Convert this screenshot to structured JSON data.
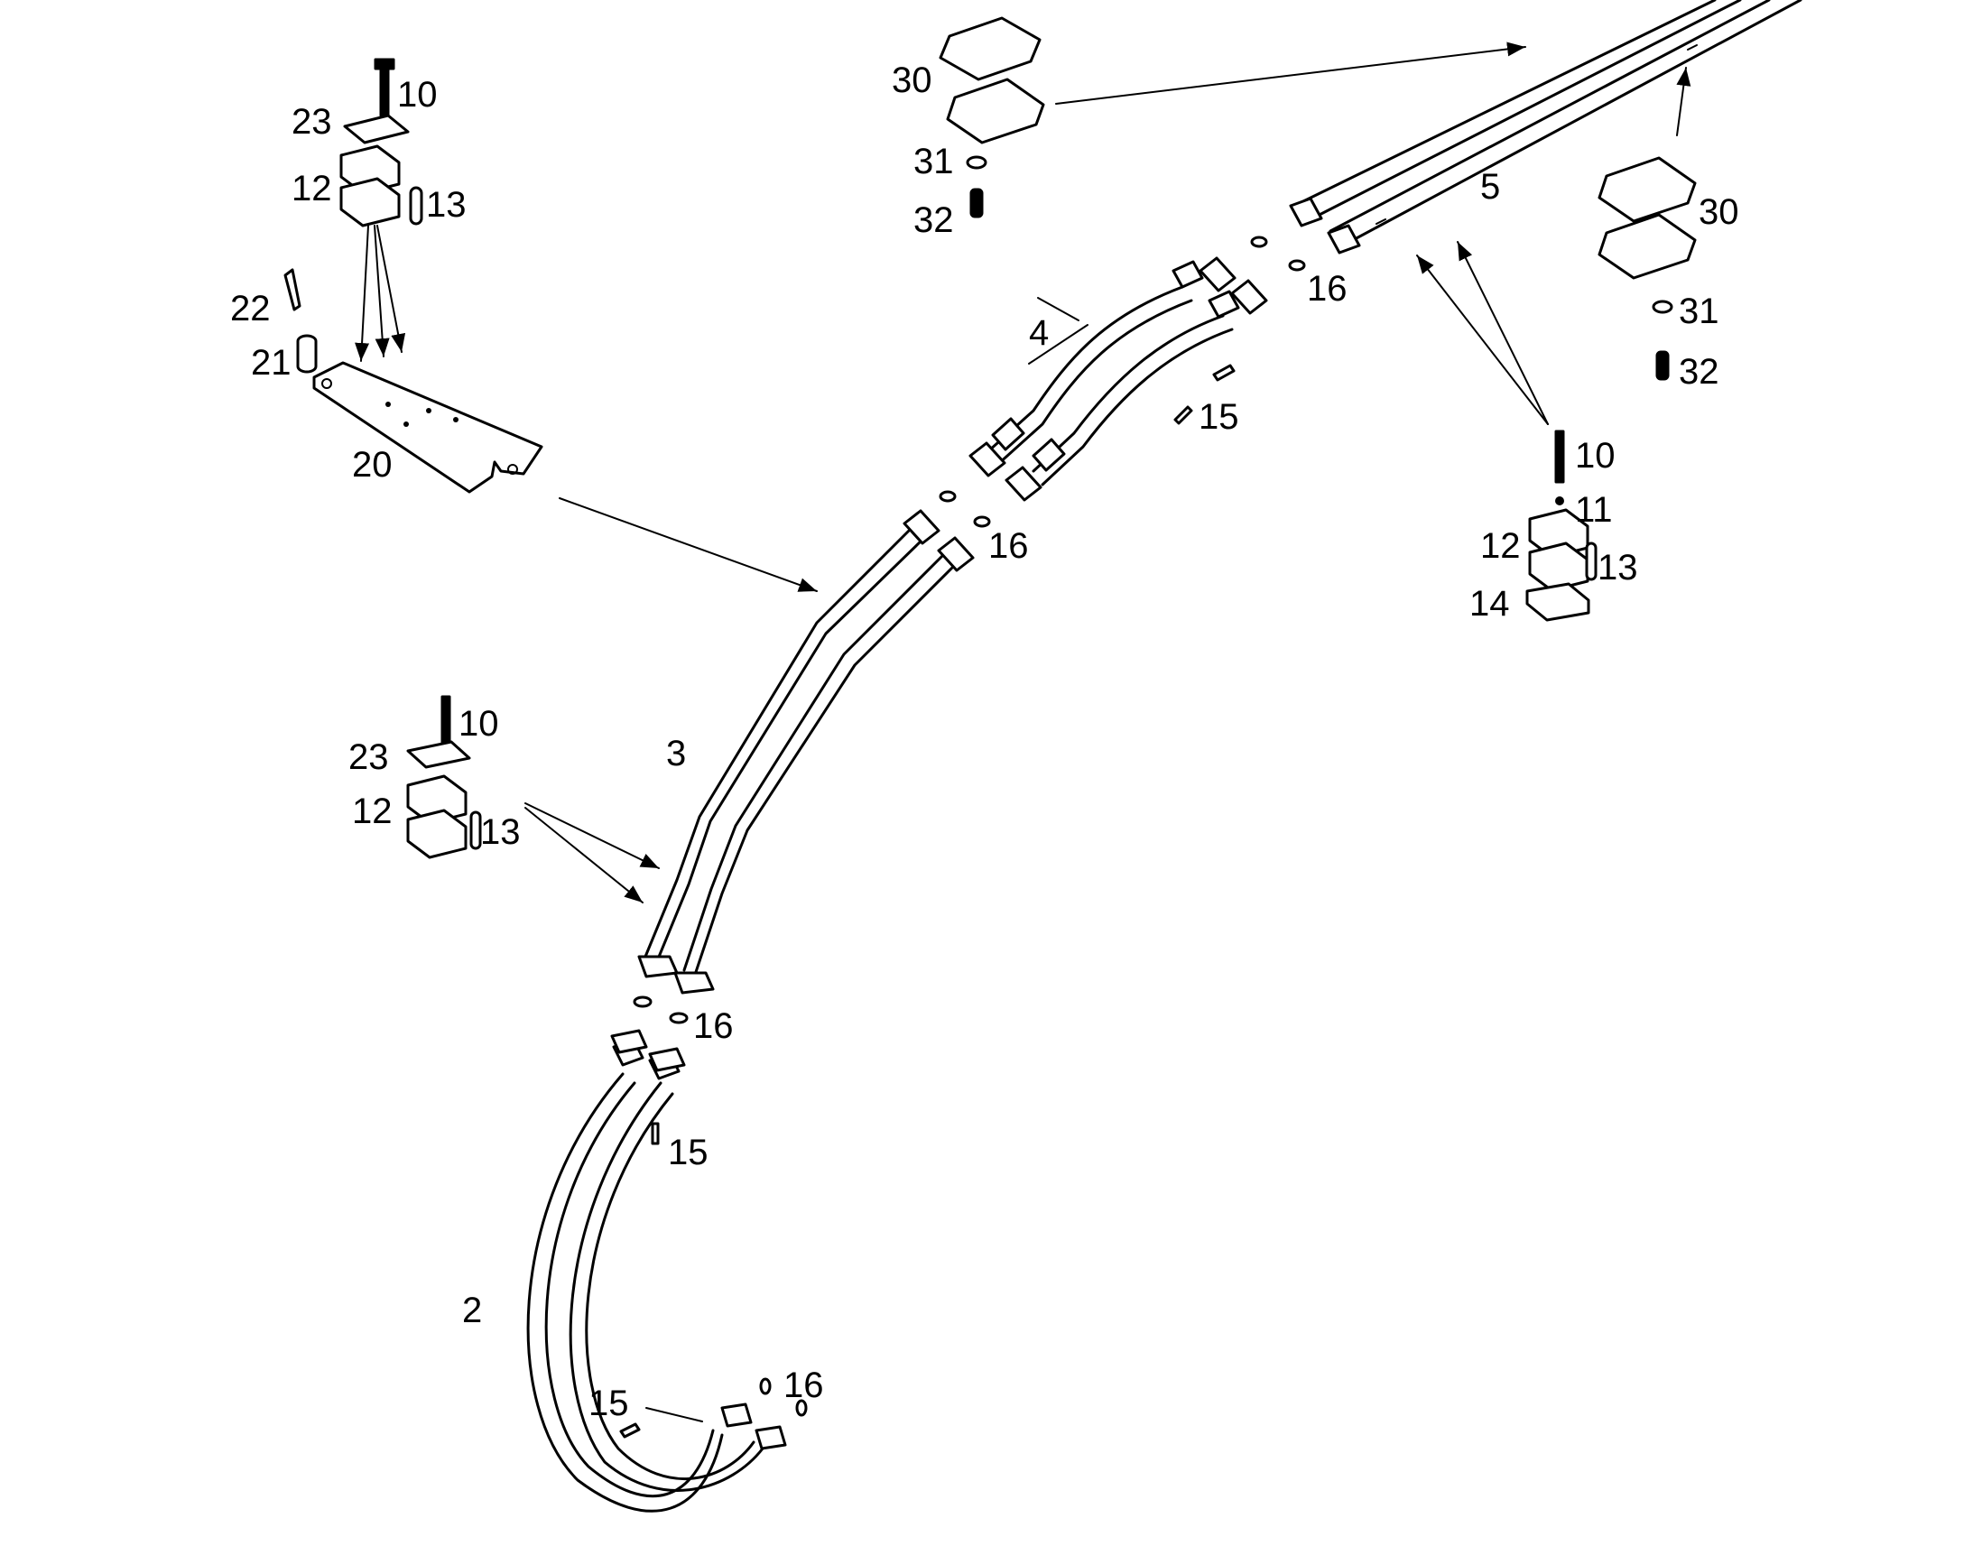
{
  "diagram": {
    "callouts": {
      "hose_2": "2",
      "pipe_3": "3",
      "hose_4": "4",
      "pipe_5": "5",
      "bolt_10_a": "10",
      "bolt_10_b": "10",
      "bolt_10_c": "10",
      "washer_11": "11",
      "clamp_12_a": "12",
      "clamp_12_b": "12",
      "clamp_12_c": "12",
      "pin_13_a": "13",
      "pin_13_b": "13",
      "pin_13_c": "13",
      "plate_14": "14",
      "screw_15_a": "15",
      "screw_15_b": "15",
      "screw_15_c": "15",
      "oring_16_a": "16",
      "oring_16_b": "16",
      "oring_16_c": "16",
      "oring_16_d": "16",
      "bracket_20": "20",
      "spacer_21": "21",
      "bolt_22": "22",
      "cover_23_a": "23",
      "cover_23_b": "23",
      "saddle_30_a": "30",
      "saddle_30_b": "30",
      "washer_31_a": "31",
      "washer_31_b": "31",
      "bolt_32_a": "32",
      "bolt_32_b": "32"
    }
  }
}
